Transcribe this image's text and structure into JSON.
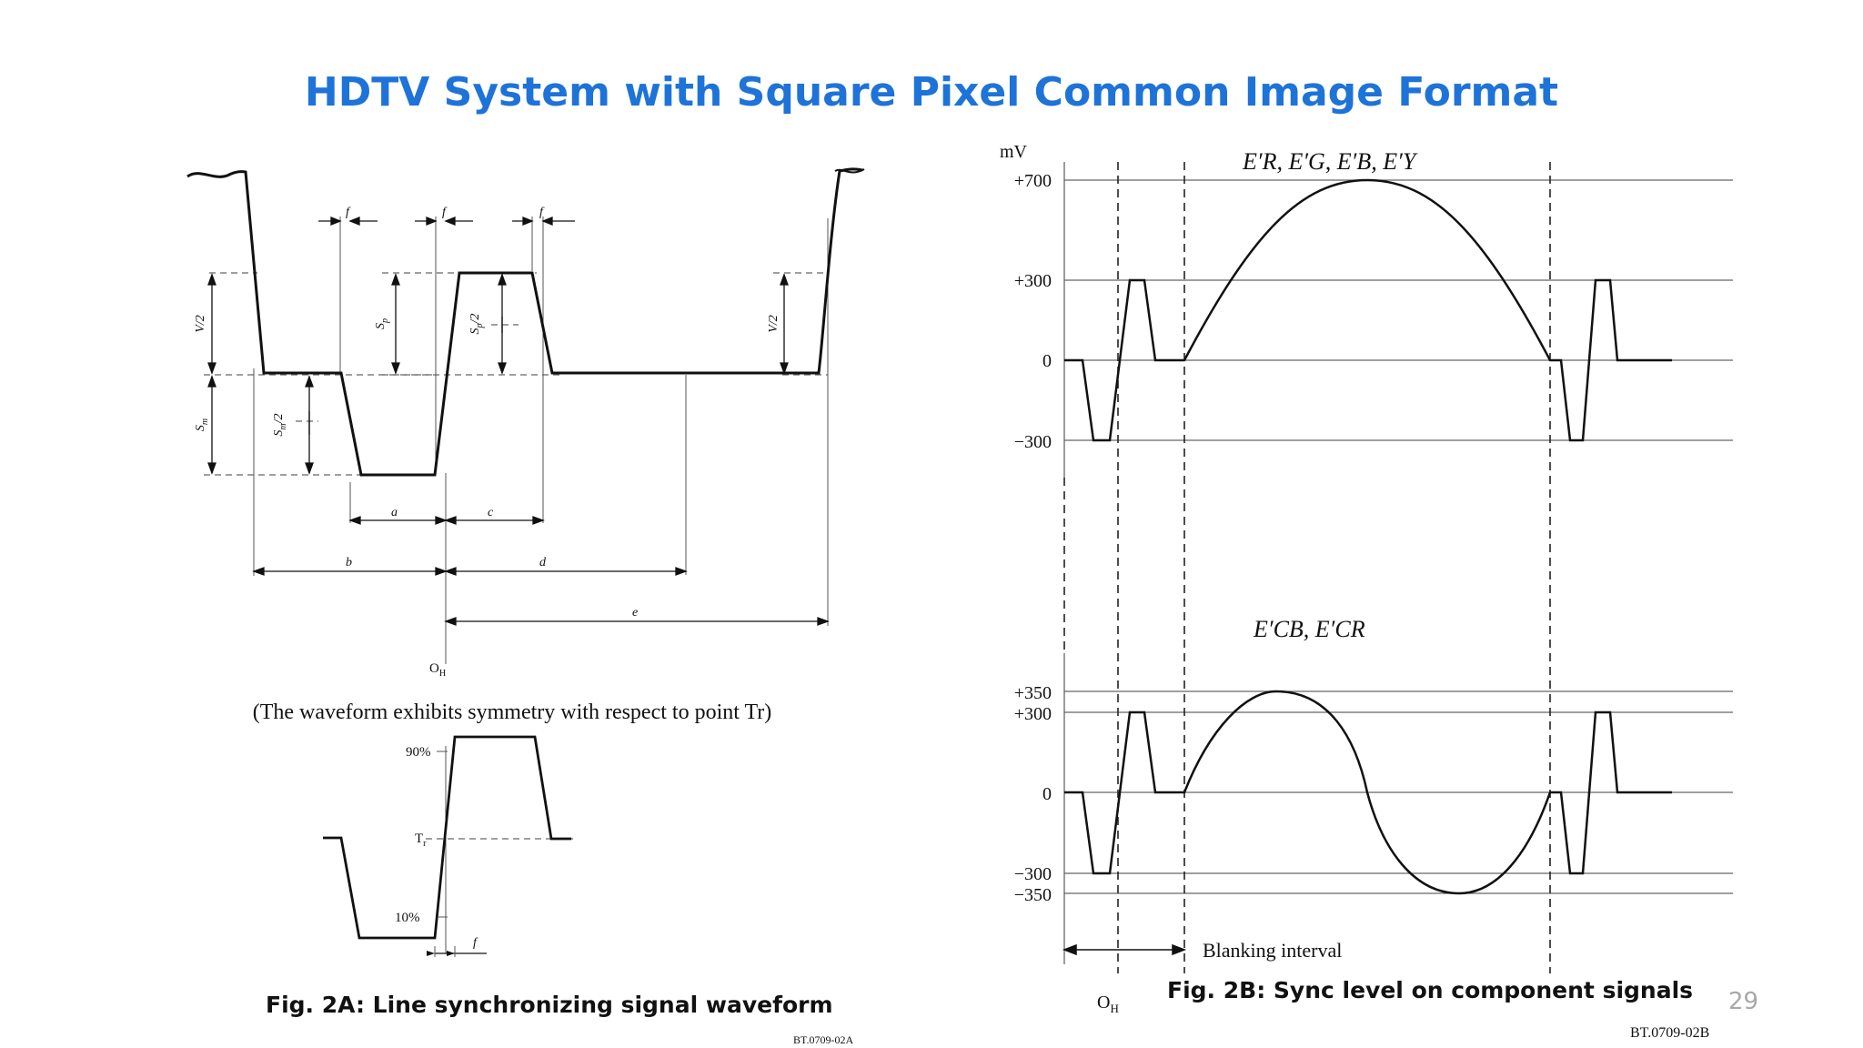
{
  "slide": {
    "title": "HDTV System with Square Pixel Common Image Format",
    "page_number": "29"
  },
  "fig2a": {
    "caption": "Fig. 2A: Line synchronizing signal waveform",
    "note": "(The waveform exhibits symmetry with respect to point Tr)",
    "code": "BT.0709-02A",
    "oh_label": "O",
    "oh_sub": "H",
    "dim_labels": {
      "f": "f",
      "a": "a",
      "b": "b",
      "c": "c",
      "d": "d",
      "e": "e"
    },
    "v2": "V/2",
    "sm": "S",
    "sm_sub": "m",
    "sm2": "S",
    "sp": "S",
    "sp_sub": "p",
    "sp2": "S",
    "half": "/2",
    "detail": {
      "p90": "90%",
      "p10": "10%",
      "tr": "T",
      "tr_sub": "r",
      "f": "f"
    }
  },
  "fig2b": {
    "caption": "Fig. 2B: Sync level on component signals",
    "code": "BT.0709-02B",
    "unit": "mV",
    "top_yticks": [
      "+700",
      "+300",
      "0",
      "−300"
    ],
    "bottom_yticks": [
      "+350",
      "+300",
      "0",
      "−300",
      "−350"
    ],
    "top_signal_label": "E′R, E′G, E′B, E′Y",
    "bottom_signal_label": "E′CB, E′CR",
    "blanking_label": "Blanking interval",
    "oh_label": "O",
    "oh_sub": "H"
  }
}
